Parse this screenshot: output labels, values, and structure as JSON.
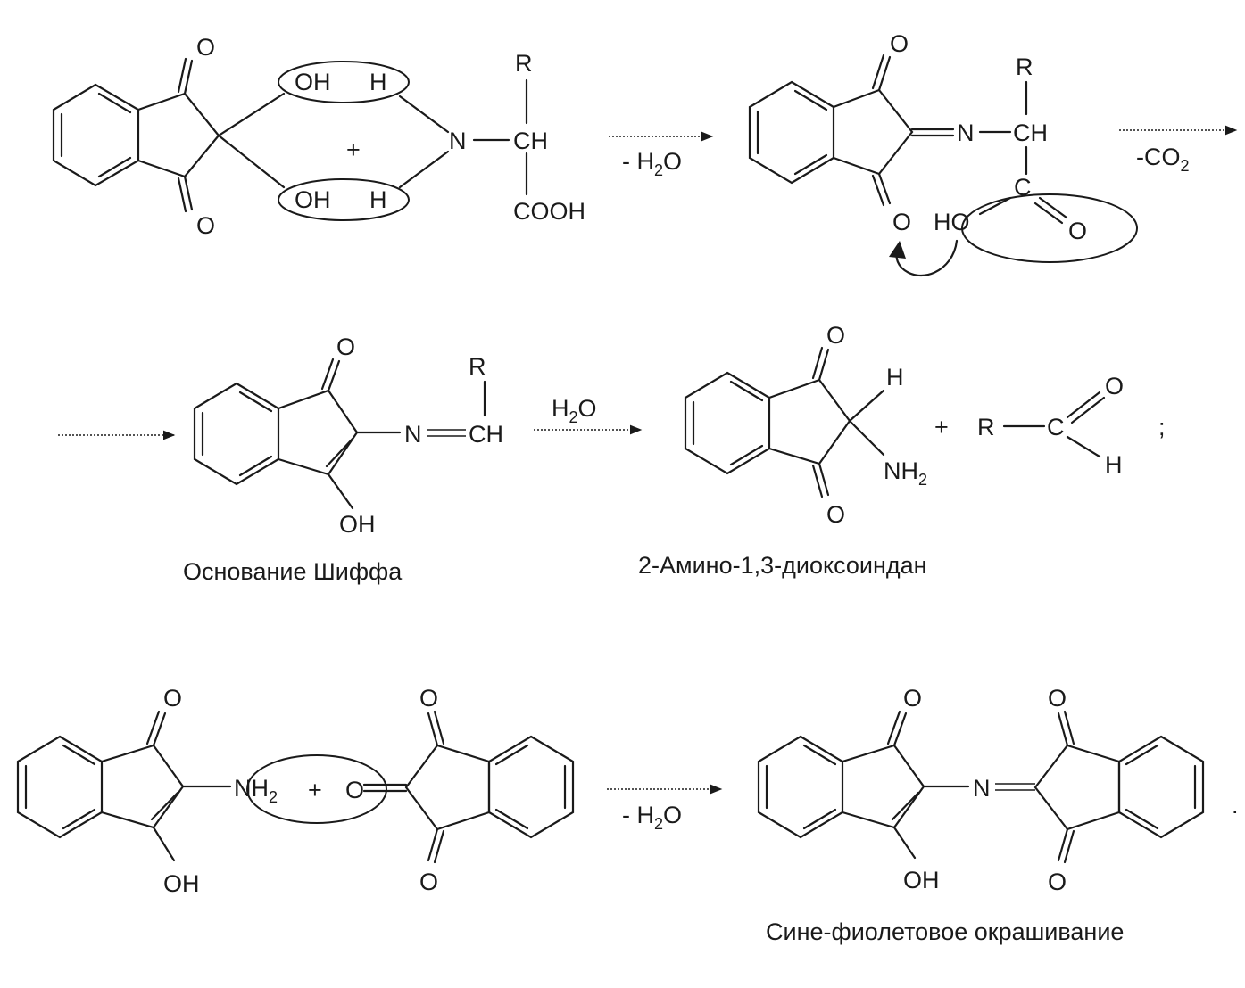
{
  "atoms": {
    "O": "O",
    "OH": "OH",
    "H": "H",
    "N": "N",
    "R": "R",
    "CH": "CH",
    "C": "C",
    "COOH": "COOH",
    "HO": "HO",
    "NH": "NH",
    "sub2": "2",
    "plus": "+",
    "semicolon": ";",
    "period": "."
  },
  "arrows": {
    "minus_water": "- H",
    "water": "H",
    "minus_co2": "-CO",
    "water_sub": "2",
    "water_O": "O"
  },
  "captions": {
    "schiff_base": "Основание Шиффа",
    "amino_dioxoindane": "2-Амино-1,3-диоксоиндан",
    "blue_violet": "Сине-фиолетовое окрашивание"
  }
}
